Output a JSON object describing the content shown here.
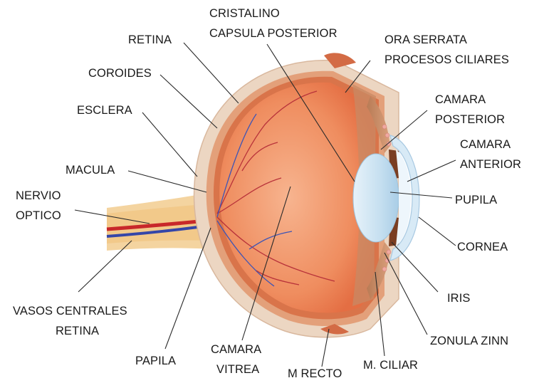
{
  "labels": {
    "retina": "RETINA",
    "cristalino": "CRISTALINO",
    "capsula_posterior": "CAPSULA POSTERIOR",
    "ora_serrata": "ORA SERRATA",
    "procesos_ciliares": "PROCESOS CILIARES",
    "coroides": "COROIDES",
    "camara_posterior_1": "CAMARA",
    "camara_posterior_2": "POSTERIOR",
    "esclera": "ESCLERA",
    "camara_anterior_1": "CAMARA",
    "camara_anterior_2": "ANTERIOR",
    "macula": "MACULA",
    "pupila": "PUPILA",
    "nervio_1": "NERVIO",
    "nervio_2": "OPTICO",
    "cornea": "CORNEA",
    "iris": "IRIS",
    "vasos_1": "VASOS CENTRALES",
    "vasos_2": "RETINA",
    "zonula": "ZONULA ZINN",
    "papila": "PAPILA",
    "camara_vitrea_1": "CAMARA",
    "camara_vitrea_2": "VITREA",
    "m_ciliar": "M. CILIAR",
    "m_recto": "M RECTO"
  },
  "colors": {
    "sclera": "#ecd6c2",
    "choroid": "#e3a07a",
    "vitreous": "#ee8a5c",
    "lens": "#cfe4f3",
    "cornea": "#d8eaf6",
    "nerve": "#f2c98a",
    "artery": "#c8282a",
    "vein": "#3546a8"
  }
}
